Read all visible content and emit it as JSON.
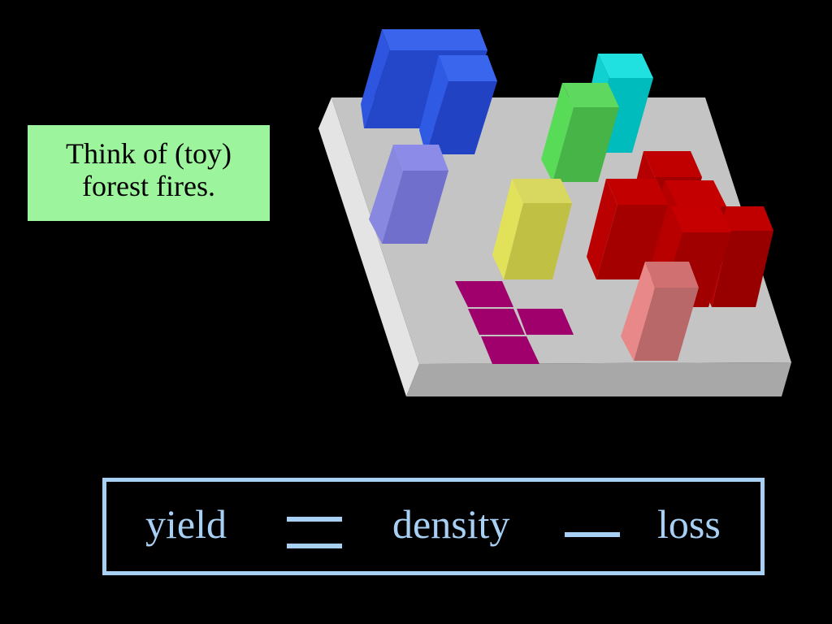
{
  "callout": {
    "line1": "Think of (toy)",
    "line2": "forest fires."
  },
  "equation": {
    "lhs": "yield",
    "term1": "density",
    "term2": "loss",
    "operator_equals": "equals",
    "operator_minus": "minus"
  },
  "colors": {
    "background": "#000000",
    "callout_bg": "#9cf59c",
    "equation": "#a8d0f5",
    "board_top": "#c8c8c8",
    "blue": "#2a52d8",
    "cyan": "#00c8c8",
    "green": "#4cc04c",
    "lavender": "#7878d8",
    "yellow": "#cccc48",
    "red": "#b00000",
    "pink": "#e08080",
    "magenta": "#a0006a"
  }
}
